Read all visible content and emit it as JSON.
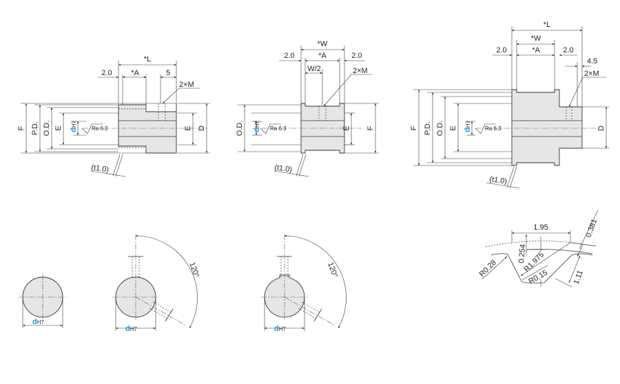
{
  "view_left": {
    "L": "*L",
    "A": "*A",
    "flange": "2.0",
    "hub_tap": "5",
    "tap": "2×M",
    "F": "F",
    "PD": "P.D.",
    "OD": "O.D.",
    "E": "E",
    "E_right": "E",
    "D": "D",
    "bore": "d",
    "bore_tol": "H7",
    "roughness": "Ra 6.3",
    "thickness": "(t1.0)"
  },
  "view_middle": {
    "W": "*W",
    "A": "*A",
    "flange_left": "2.0",
    "flange_right": "2.0",
    "half_W": "W/2",
    "tap": "2×M",
    "OD": "O.D.",
    "E": "E",
    "F": "F",
    "bore": "d",
    "bore_tol": "H7",
    "roughness": "Ra 6.3",
    "thickness": "(t1.0)"
  },
  "view_right": {
    "L": "*L",
    "W": "*W",
    "A": "*A",
    "flange_left": "2.0",
    "flange_right": "2.0",
    "hub_tap": "4.5",
    "tap": "2×M",
    "F": "F",
    "PD": "P.D.",
    "OD": "O.D.",
    "E": "E",
    "D": "D",
    "bore": "d",
    "bore_tol": "H7",
    "roughness": "Ra 6.3",
    "thickness": "(t1.0)"
  },
  "sections": [
    {
      "bore": "d",
      "bore_tol": "H7"
    },
    {
      "bore": "d",
      "bore_tol": "H7",
      "angle": "120°"
    },
    {
      "bore": "d",
      "bore_tol": "H7",
      "angle": "120°"
    }
  ],
  "tooth_profile": {
    "pitch": "1.95",
    "depth_a": "0.254",
    "r1": "R1.975",
    "r2": "R0.15",
    "r3": "R0.28",
    "pld": "0.381",
    "height": "1.11"
  }
}
